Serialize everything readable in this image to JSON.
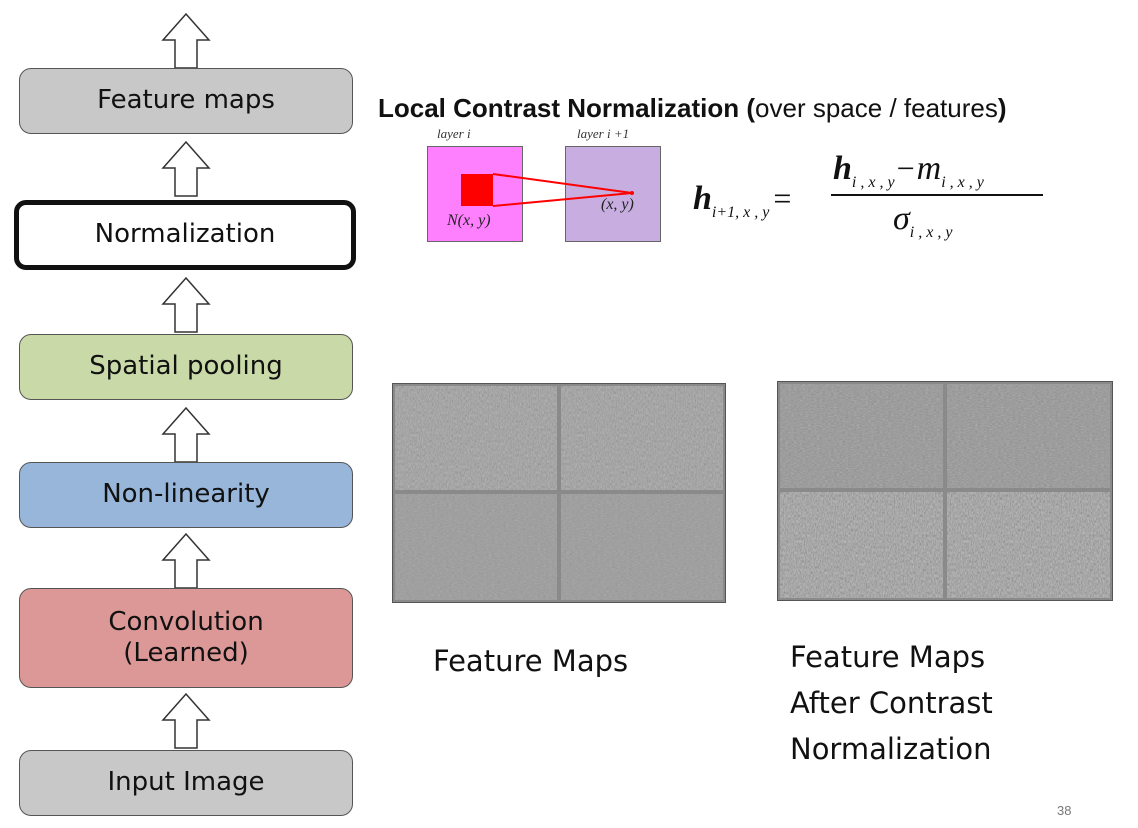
{
  "pipeline": {
    "stages": [
      {
        "label": "Feature maps"
      },
      {
        "label": "Normalization"
      },
      {
        "label": "Spatial pooling"
      },
      {
        "label": "Non-linearity"
      },
      {
        "label": "Convolution",
        "sublabel": "(Learned)"
      },
      {
        "label": "Input Image"
      }
    ]
  },
  "colors": {
    "feature_maps": "#c8c8c8",
    "normalization": "#ffffff",
    "spatial_pooling": "#c9d9a7",
    "non_linearity": "#98b5da",
    "convolution": "#dc9896",
    "input_image": "#c8c8c8",
    "layer_i": "#ff80ff",
    "layer_i1": "#c8aee0",
    "window": "#ff0000"
  },
  "heading": {
    "bold": "Local Contrast Normalization",
    "paren_open": " (",
    "rest": "over space / features",
    "paren_close": ")"
  },
  "diagram": {
    "layer_i_label": "layer i",
    "layer_i1_label": "layer i +1",
    "window_label": "N(x, y)",
    "target_label": "(x, y)"
  },
  "formula": {
    "lhs": "h",
    "lhs_sub": "i+1, x , y",
    "numerator_h": "h",
    "numerator_h_sub": "i , x , y",
    "minus": "−",
    "numerator_m": "m",
    "numerator_m_sub": "i , x , y",
    "denominator": "σ",
    "denominator_sub": "i , x , y"
  },
  "captions": {
    "left": "Feature Maps",
    "right_line1": "Feature Maps",
    "right_line2": "After Contrast",
    "right_line3": "Normalization"
  },
  "page_number": "38"
}
